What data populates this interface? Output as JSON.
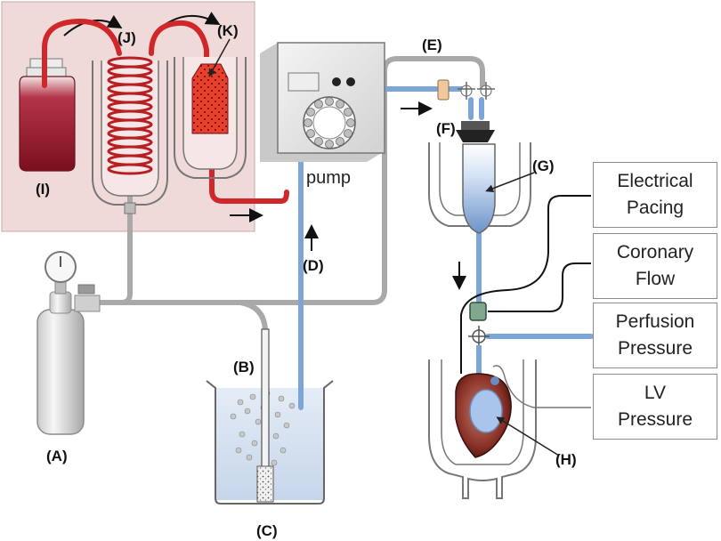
{
  "labels": {
    "A": "(A)",
    "B": "(B)",
    "C": "(C)",
    "D": "(D)",
    "E": "(E)",
    "F": "(F)",
    "G": "(G)",
    "H": "(H)",
    "I": "(I)",
    "J": "(J)",
    "K": "(K)"
  },
  "pump_label": "pump",
  "outputs": [
    {
      "line1": "Electrical",
      "line2": "Pacing"
    },
    {
      "line1": "Coronary",
      "line2": "Flow"
    },
    {
      "line1": "Perfusion",
      "line2": "Pressure"
    },
    {
      "line1": "LV",
      "line2": "Pressure"
    }
  ],
  "colors": {
    "red_panel": "#efd9d9",
    "red_tube": "#d0282a",
    "dark_red": "#8e1620",
    "blue_tube": "#7da6d8",
    "gray_tube": "#a9a9a9",
    "water": "#dde7f3"
  }
}
